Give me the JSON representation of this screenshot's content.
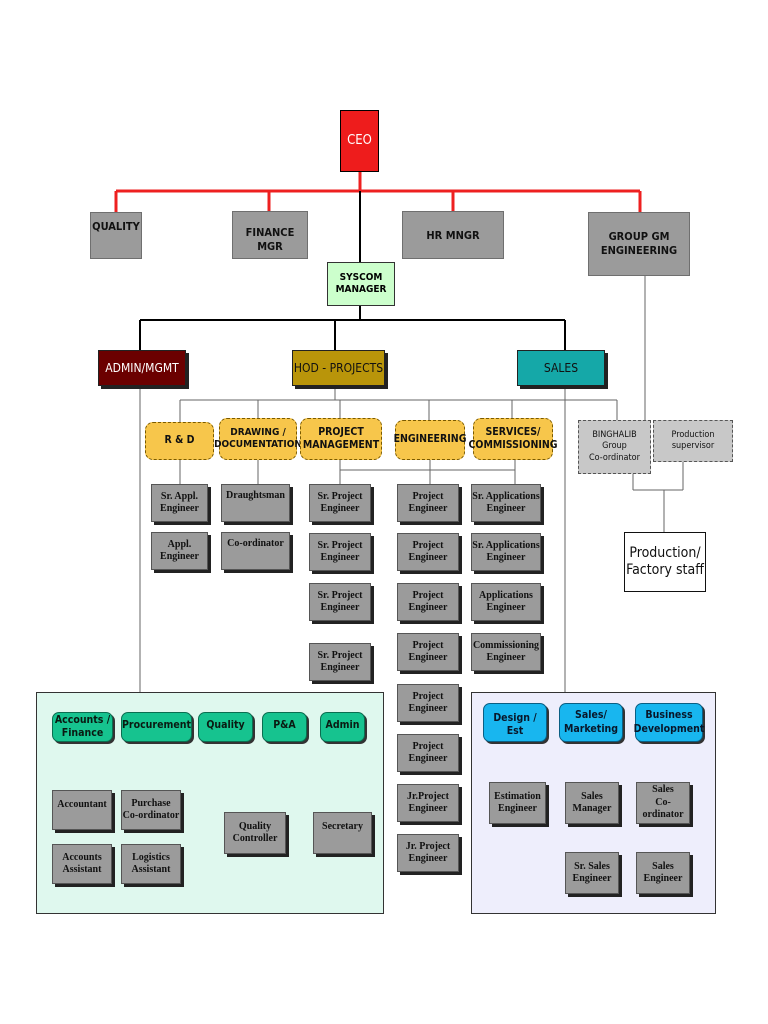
{
  "ceo": "CEO",
  "top_level": {
    "quality": "QUALITY",
    "finance": "FINANCE MGR",
    "hr": "HR MNGR",
    "group_gm": "GROUP GM\nENGINEERING"
  },
  "syscom": "SYSCOM\nMANAGER",
  "divisions": {
    "admin": "ADMIN/MGMT",
    "projects": "HOD - PROJECTS",
    "sales": "SALES"
  },
  "departments": {
    "rd": "R & D",
    "drawing": "DRAWING /\nDOCUMENTATION",
    "project_mgmt": "PROJECT\nMANAGEMENT",
    "engineering": "ENGINEERING",
    "services": "SERVICES/\nCOMMISSIONING"
  },
  "rd_staff": [
    "Sr. Appl.\nEngineer",
    "Appl.\nEngineer"
  ],
  "drawing_staff": [
    "Draughtsman",
    "Co-ordinator"
  ],
  "pm_staff": [
    "Sr. Project\nEngineer",
    "Sr. Project\nEngineer",
    "Sr. Project\nEngineer",
    "Sr. Project\nEngineer"
  ],
  "eng_staff": [
    "Project\nEngineer",
    "Project\nEngineer",
    "Project\nEngineer",
    "Project\nEngineer",
    "Project\nEngineer",
    "Project\nEngineer",
    "Jr.Project\nEngineer",
    "Jr. Project\nEngineer"
  ],
  "svc_staff": [
    "Sr. Applications\nEngineer",
    "Sr. Applications\nEngineer",
    "Applications\nEngineer",
    "Commissioning\nEngineer"
  ],
  "group_side": {
    "coordinator": "BINGHALIB\nGroup\nCo-ordinator",
    "supervisor": "Production supervisor",
    "staff": "Production/\nFactory staff"
  },
  "admin_panel": {
    "heads": {
      "accounts": "Accounts /\nFinance",
      "procurement": "Procurement",
      "quality": "Quality",
      "pa": "P&A",
      "admin": "Admin"
    },
    "staff": {
      "accountant": "Accountant",
      "accounts_assistant": "Accounts\nAssistant",
      "purchase": "Purchase\nCo-ordinator",
      "logistics": "Logistics\nAssistant",
      "quality_controller": "Quality\nController",
      "secretary": "Secretary"
    }
  },
  "sales_panel": {
    "heads": {
      "design": "Design / Est",
      "sales_marketing": "Sales/\nMarketing",
      "bizdev": "Business\nDevelopment"
    },
    "staff": {
      "estimation": "Estimation\nEngineer",
      "sales_manager": "Sales\nManager",
      "sales_coord": "Sales\nCo-ordinator",
      "sr_sales": "Sr. Sales\nEngineer",
      "sales_eng": "Sales\nEngineer"
    }
  },
  "colors": {
    "ceo": "#ee1c1c",
    "ceo_link": "#ee2020",
    "grey_box": "#9b9b9b",
    "syscom": "#ccffcc",
    "admin_div": "#6b0000",
    "projects_div": "#b9950a",
    "sales_div": "#15a8a8",
    "dept": "#f7c64b",
    "admin_panel_bg": "#dff8ee",
    "green_head": "#16c38f",
    "sales_panel_bg": "#eeeefc",
    "blue_head": "#18b6ef"
  }
}
